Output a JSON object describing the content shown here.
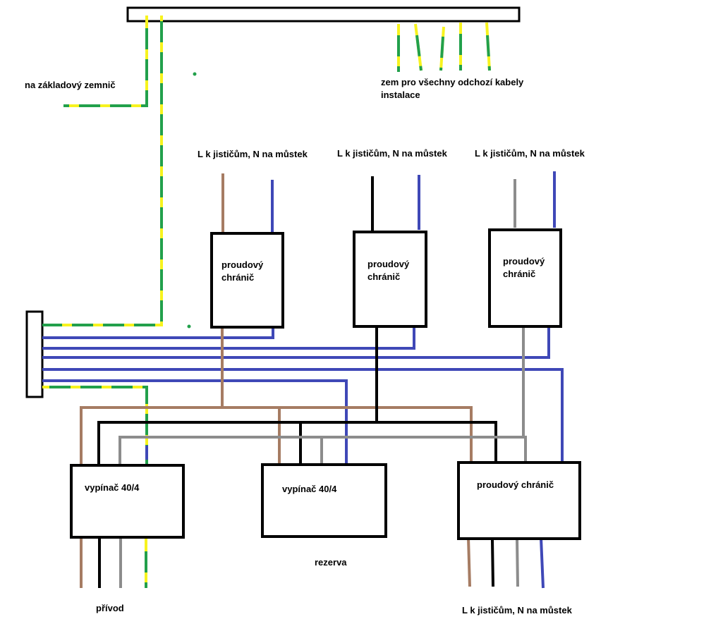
{
  "colors": {
    "pe_yellow": "#f7f31e",
    "pe_green": "#22a04b",
    "neutral_blue": "#3f48b7",
    "brown": "#a67c63",
    "black": "#000000",
    "gray": "#8c8c8c"
  },
  "labels": {
    "ground_electrode": "na základový zemnič",
    "outgoing_ground": "zem pro všechny odchozí kabely",
    "outgoing_ground_line2": "instalace",
    "rcd_out_1": "L k jističům, N na můstek",
    "rcd_out_2": "L k jističům, N na můstek",
    "rcd_out_3": "L k jističům, N na můstek",
    "rcd_out_4": "L k jističům, N na můstek",
    "supply": "přívod",
    "spare": "rezerva"
  },
  "devices": {
    "rcd_1_line1": "proudový",
    "rcd_1_line2": "chránič",
    "rcd_2_line1": "proudový",
    "rcd_2_line2": "chránič",
    "rcd_3_line1": "proudový",
    "rcd_3_line2": "chránič",
    "switch_1": "vypínač 40/4",
    "switch_2": "vypínač 40/4",
    "rcd_main": "proudový chránič"
  }
}
